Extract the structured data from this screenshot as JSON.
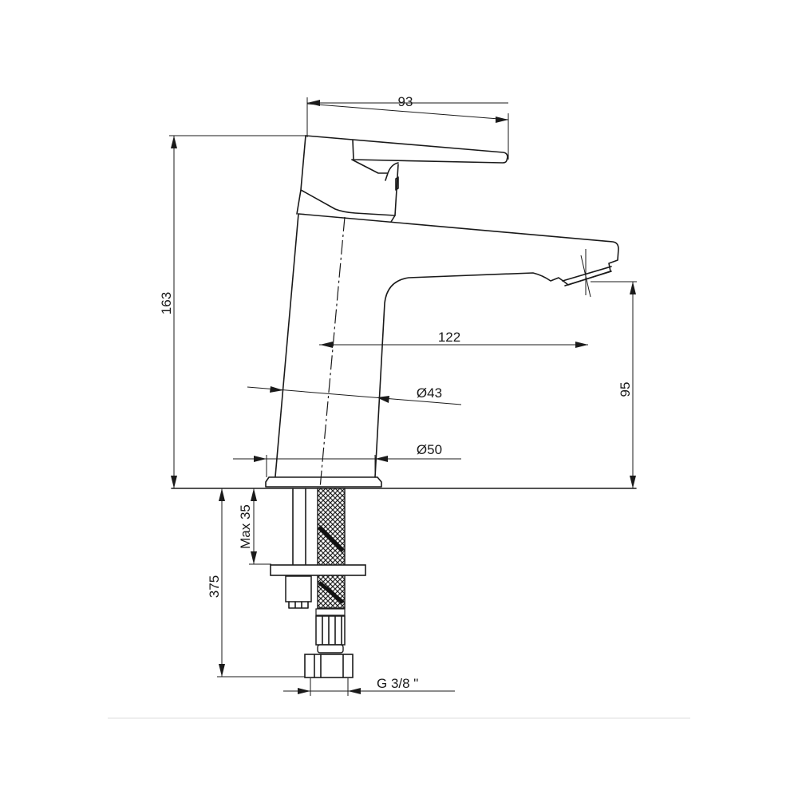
{
  "title": "Basin mixer tap technical drawing",
  "dimensions": {
    "handle_length": "93",
    "total_height": "163",
    "spout_reach": "122",
    "spout_height": "95",
    "body_diameter_top": "Ø43",
    "base_diameter": "Ø50",
    "max_counter_thickness": "Max 35",
    "hose_length": "375",
    "thread": "G 3/8 \""
  },
  "colors": {
    "line": "#1a1a1a",
    "background": "#ffffff"
  }
}
